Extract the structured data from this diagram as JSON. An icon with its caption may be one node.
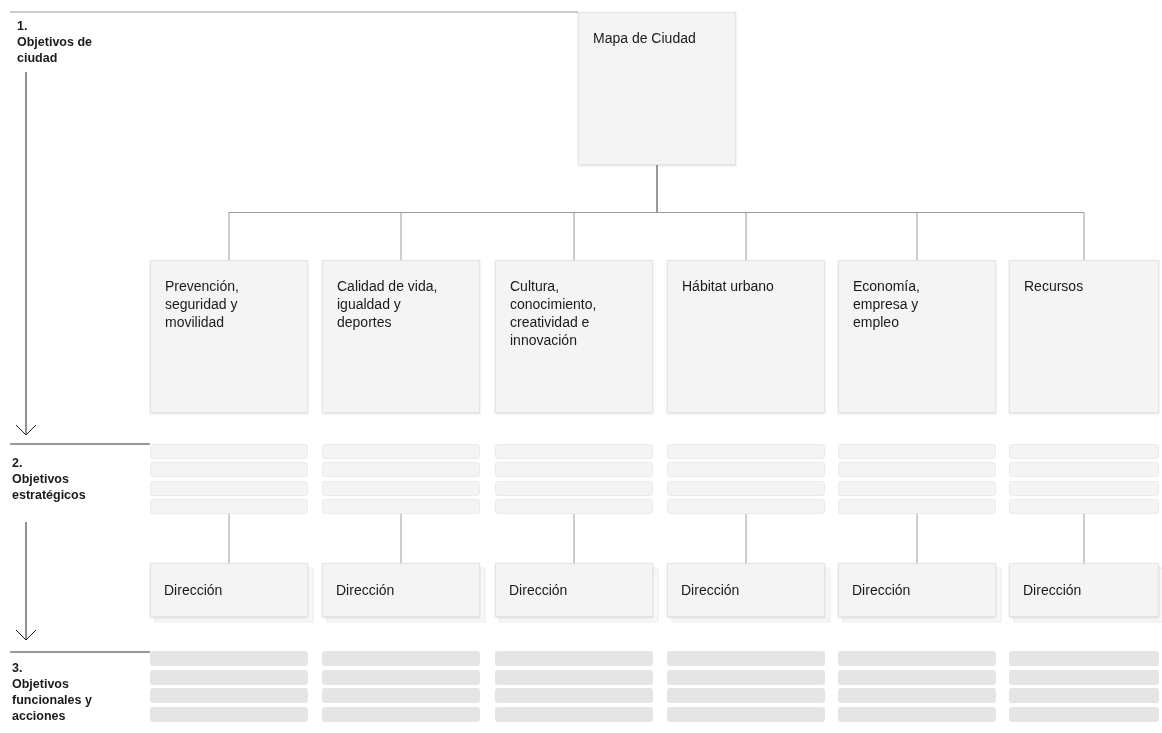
{
  "diagram": {
    "nodes": [
      {
        "text": [
          "Mapa de Ciudad"
        ]
      },
      {
        "text": [
          "Prevención, seguridad y movilidad"
        ]
      },
      {
        "text": [
          "Calidad de vida, igualdad y deportes"
        ]
      },
      {
        "text": [
          "Cultura, conocimiento, creatividad e innovación"
        ]
      },
      {
        "text": [
          "Hábitat urbano"
        ]
      },
      {
        "text": [
          "Economía, empresa y empleo"
        ]
      },
      {
        "text": [
          "Recursos"
        ]
      },
      {
        "text": [],
        "shape": "bar"
      },
      {
        "text": [],
        "shape": "bar"
      },
      {
        "text": [],
        "shape": "bar"
      },
      {
        "text": [],
        "shape": "bar"
      },
      {
        "text": [],
        "shape": "bar"
      },
      {
        "text": [],
        "shape": "bar"
      },
      {
        "text": [],
        "shape": "bar"
      },
      {
        "text": [],
        "shape": "bar"
      },
      {
        "text": [],
        "shape": "bar"
      },
      {
        "text": [],
        "shape": "bar"
      },
      {
        "text": [],
        "shape": "bar"
      },
      {
        "text": [],
        "shape": "bar"
      },
      {
        "text": [],
        "shape": "bar"
      },
      {
        "text": [],
        "shape": "bar"
      },
      {
        "text": [],
        "shape": "bar"
      },
      {
        "text": [],
        "shape": "bar"
      },
      {
        "text": [],
        "shape": "bar"
      },
      {
        "text": [],
        "shape": "bar"
      },
      {
        "text": [],
        "shape": "bar"
      },
      {
        "text": [],
        "shape": "bar"
      },
      {
        "text": [],
        "shape": "bar"
      },
      {
        "text": [],
        "shape": "bar"
      },
      {
        "text": [],
        "shape": "bar"
      },
      {
        "text": [],
        "shape": "bar"
      },
      {
        "text": [
          "Dirección"
        ]
      },
      {
        "text": [
          "Dirección"
        ]
      },
      {
        "text": [
          "Dirección"
        ]
      },
      {
        "text": [
          "Dirección"
        ]
      },
      {
        "text": [
          "Dirección"
        ]
      },
      {
        "text": [
          "Dirección"
        ]
      },
      {
        "text": [],
        "shape": "bar"
      },
      {
        "text": [],
        "shape": "bar"
      },
      {
        "text": [],
        "shape": "bar"
      },
      {
        "text": [],
        "shape": "bar"
      },
      {
        "text": [],
        "shape": "bar"
      },
      {
        "text": [],
        "shape": "bar"
      },
      {
        "text": [],
        "shape": "bar"
      },
      {
        "text": [],
        "shape": "bar"
      },
      {
        "text": [],
        "shape": "bar"
      },
      {
        "text": [],
        "shape": "bar"
      },
      {
        "text": [],
        "shape": "bar"
      },
      {
        "text": [],
        "shape": "bar"
      },
      {
        "text": [],
        "shape": "bar"
      },
      {
        "text": [],
        "shape": "bar"
      },
      {
        "text": [],
        "shape": "bar"
      },
      {
        "text": [],
        "shape": "bar"
      },
      {
        "text": [],
        "shape": "bar"
      },
      {
        "text": [],
        "shape": "bar"
      },
      {
        "text": [],
        "shape": "bar"
      },
      {
        "text": [],
        "shape": "bar"
      },
      {
        "text": [],
        "shape": "bar"
      },
      {
        "text": [],
        "shape": "bar"
      },
      {
        "text": [],
        "shape": "bar"
      },
      {
        "text": [],
        "shape": "bar"
      }
    ],
    "edges": [
      {
        "from": 0,
        "to": 1,
        "arrow": "none"
      },
      {
        "from": 0,
        "to": 2,
        "arrow": "none"
      },
      {
        "from": 0,
        "to": 3,
        "arrow": "none"
      },
      {
        "from": 0,
        "to": 4,
        "arrow": "none"
      },
      {
        "from": 0,
        "to": 5,
        "arrow": "none"
      },
      {
        "from": 0,
        "to": 6,
        "arrow": "none"
      },
      {
        "from": 10,
        "to": 31,
        "arrow": "none"
      },
      {
        "from": 14,
        "to": 32,
        "arrow": "none"
      },
      {
        "from": 18,
        "to": 33,
        "arrow": "none"
      },
      {
        "from": 22,
        "to": 34,
        "arrow": "none"
      },
      {
        "from": 26,
        "to": 35,
        "arrow": "none"
      },
      {
        "from": 30,
        "to": 36,
        "arrow": "none"
      }
    ],
    "labels": [
      "1.",
      "Objetivos de ciudad",
      "2.",
      "Objetivos estratégicos",
      "3.",
      "Objetivos funcionales y acciones"
    ]
  }
}
